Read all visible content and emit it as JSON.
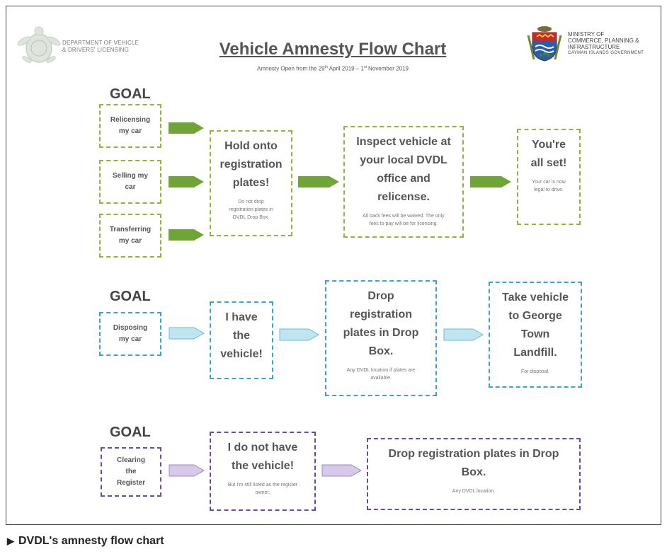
{
  "header": {
    "department": [
      "DEPARTMENT OF VEHICLE",
      "& DRIVERS' LICENSING"
    ],
    "title": "Vehicle Amnesty Flow Chart",
    "subtitle_part1": "Amnesty Open from the 29",
    "subtitle_sup1": "th",
    "subtitle_part2": " April 2019 – 1",
    "subtitle_sup2": "st",
    "subtitle_part3": " November 2019",
    "ministry": [
      "MINISTRY OF",
      "COMMERCE, PLANNING &",
      "INFRASTRUCTURE"
    ],
    "government": "CAYMAN ISLANDS GOVERNMENT"
  },
  "colors": {
    "green": "#8fb53a",
    "blue": "#3aa6c7",
    "purple": "#6a4c98"
  },
  "section1": {
    "goal": "GOAL",
    "goals": [
      [
        "Relicensing",
        "my car"
      ],
      [
        "Selling my",
        "car"
      ],
      [
        "Transferring",
        "my car"
      ]
    ],
    "step1": {
      "big": [
        "Hold onto",
        "registration",
        "plates!"
      ],
      "small": [
        "Do not drop",
        "registration plates in",
        "DVDL Drop Box."
      ]
    },
    "step2": {
      "big": [
        "Inspect vehicle at",
        "your local DVDL",
        "office and",
        "relicense."
      ],
      "small": [
        "All back fees will be waived. The only",
        "fees to pay will be for licensing."
      ]
    },
    "step3": {
      "big": [
        "You're",
        "all set!"
      ],
      "small": [
        "Your car is now",
        "legal to drive."
      ]
    }
  },
  "section2": {
    "goal": "GOAL",
    "goals": [
      [
        "Disposing",
        "my car"
      ]
    ],
    "step1": {
      "big": [
        "I have",
        "the",
        "vehicle!"
      ]
    },
    "step2": {
      "big": [
        "Drop",
        "registration",
        "plates in Drop",
        "Box."
      ],
      "small": [
        "Any DVDL location if plates are",
        "available."
      ]
    },
    "step3": {
      "big": [
        "Take vehicle",
        "to George",
        "Town",
        "Landfill."
      ],
      "small": [
        "For disposal."
      ]
    }
  },
  "section3": {
    "goal": "GOAL",
    "goals": [
      [
        "Clearing",
        "the",
        "Register"
      ]
    ],
    "step1": {
      "big": [
        "I do not have",
        "the vehicle!"
      ],
      "small": [
        "But I'm still listed as the register",
        "owner."
      ]
    },
    "step2": {
      "big": [
        "Drop registration plates in Drop",
        "Box."
      ],
      "small": [
        "Any DVDL location."
      ]
    }
  },
  "caption": "DVDL's amnesty flow chart"
}
